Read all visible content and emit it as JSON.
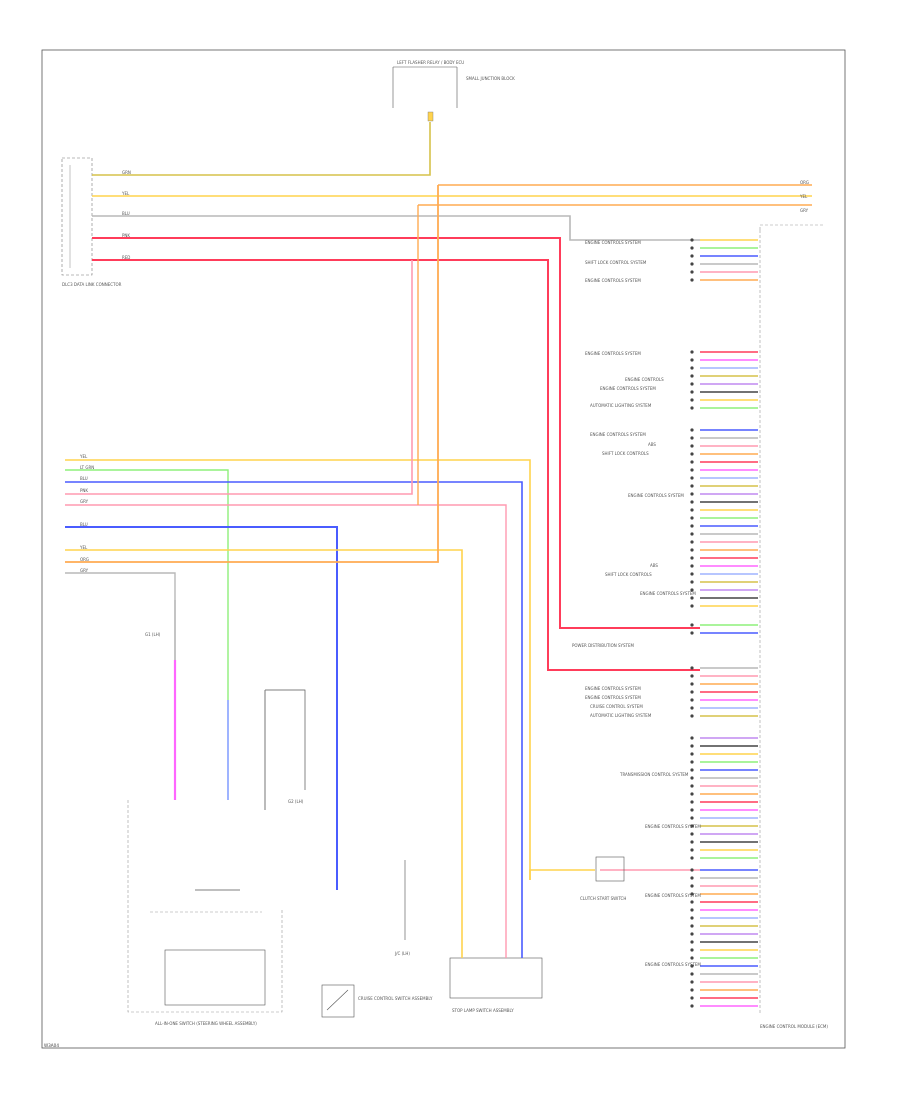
{
  "diagram_code": "W3A04",
  "colors": {
    "border": "#555555",
    "wire_dark": "#444444",
    "yellow": "#ffd34d",
    "yellow_green": "#d6c24a",
    "pink": "#ff9ab0",
    "red": "#ff3c5a",
    "gray": "#b8b8b8",
    "orange": "#ffab52",
    "light_green": "#8ef07a",
    "blue": "#4a5cff",
    "magenta": "#ff66ff",
    "light_blue": "#9fb4ff",
    "violet": "#c08af0"
  },
  "labels": {
    "top_connector": "LEFT FLASHER RELAY / BODY ECU",
    "jlink_note": "SMALL JUNCTION BLOCK",
    "dlc3": "DLC3 DATA LINK CONNECTOR",
    "combination_switch": "ALL-IN-ONE SWITCH (STEERING WHEEL ASSEMBLY)",
    "cruise_switch": "CRUISE CONTROL SWITCH ASSEMBLY",
    "stop_lamp_switch": "STOP LAMP SWITCH ASSEMBLY",
    "center_relay": "CLUTCH START SWITCH",
    "ecm": "ENGINE CONTROL MODULE (ECM)",
    "ground_1": "G1 (LH)",
    "ground_2": "G2 (LH)",
    "ground_3": "J/C (LH)"
  },
  "system_refs": [
    {
      "text": "ENGINE CONTROLS SYSTEM"
    },
    {
      "text": "SHIFT LOCK CONTROL SYSTEM"
    },
    {
      "text": "ENGINE CONTROLS SYSTEM"
    },
    {
      "text": "ENGINE CONTROLS SYSTEM"
    },
    {
      "text": "ENGINE CONTROLS"
    },
    {
      "text": "ENGINE CONTROLS SYSTEM"
    },
    {
      "text": "AUTOMATIC LIGHTING SYSTEM"
    },
    {
      "text": "ENGINE CONTROLS SYSTEM"
    },
    {
      "text": "ABS"
    },
    {
      "text": "SHIFT LOCK CONTROLS"
    },
    {
      "text": "ENGINE CONTROLS SYSTEM"
    },
    {
      "text": "ABS"
    },
    {
      "text": "SHIFT LOCK CONTROLS"
    },
    {
      "text": "ENGINE CONTROLS SYSTEM"
    },
    {
      "text": "POWER DISTRIBUTION SYSTEM"
    },
    {
      "text": "ENGINE CONTROLS SYSTEM"
    },
    {
      "text": "ENGINE CONTROLS SYSTEM"
    },
    {
      "text": "CRUISE CONTROL SYSTEM"
    },
    {
      "text": "AUTOMATIC LIGHTING SYSTEM"
    },
    {
      "text": "TRANSMISSION CONTROL SYSTEM"
    },
    {
      "text": "ENGINE CONTROLS SYSTEM"
    },
    {
      "text": "ENGINE CONTROLS SYSTEM"
    },
    {
      "text": "ENGINE CONTROLS SYSTEM"
    }
  ],
  "wire_codes": {
    "top_left": [
      "GRN",
      "YEL",
      "BLU",
      "PNK",
      "RED"
    ],
    "left_group_1": [
      "YEL",
      "LT GRN",
      "BLU",
      "PNK",
      "GRY"
    ],
    "left_group_2": [
      "BLU"
    ],
    "left_group_3": [
      "YEL",
      "ORG",
      "GRY"
    ],
    "top_right": [
      "ORG",
      "YEL",
      "GRY"
    ]
  }
}
